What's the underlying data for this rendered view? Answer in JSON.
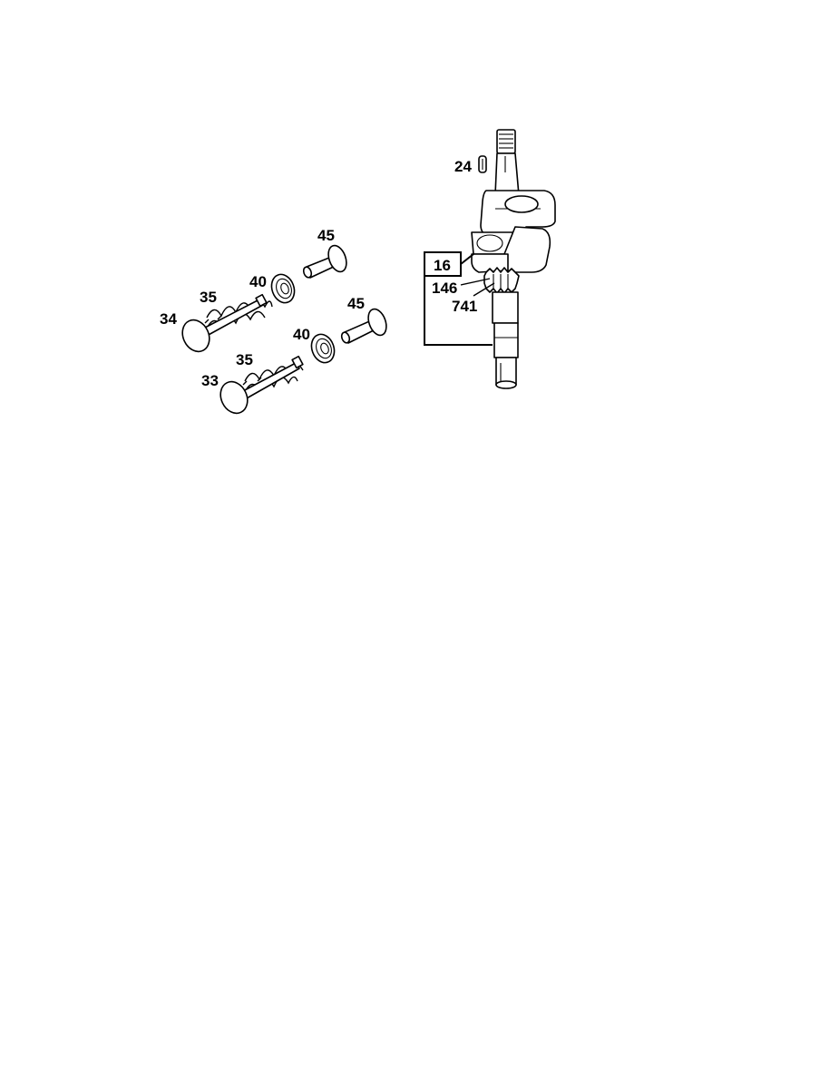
{
  "callouts": {
    "p24": "24",
    "p45_top": "45",
    "p40_top": "40",
    "p35_top": "35",
    "p34": "34",
    "p45_bottom": "45",
    "p40_bottom": "40",
    "p35_bottom": "35",
    "p33": "33",
    "p16": "16",
    "p146": "146",
    "p741": "741"
  }
}
